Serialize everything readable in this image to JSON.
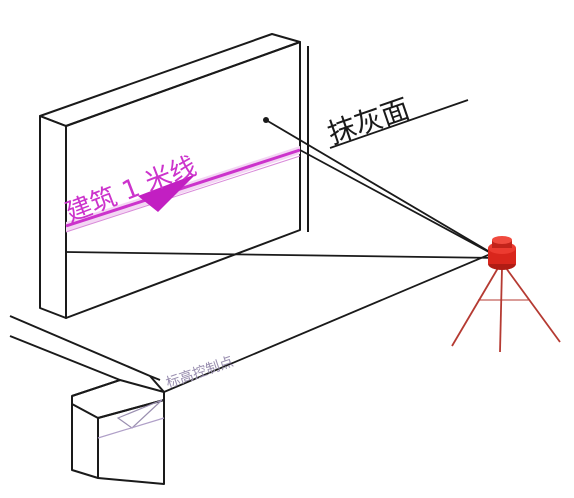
{
  "labels": {
    "plaster_surface": "抹灰面",
    "building_1m_line": "建筑 1 米线",
    "elevation_control_point": "标高控制点"
  },
  "colors": {
    "line": "#1a1a1a",
    "accent": "#cc33cc",
    "accent_light": "#e8a0e8",
    "instrument": "#d9261c",
    "tripod": "#b53a32",
    "small_label": "#9a8fb0"
  },
  "icons": {
    "instrument": "laser-level-icon",
    "tripod": "tripod-icon"
  }
}
